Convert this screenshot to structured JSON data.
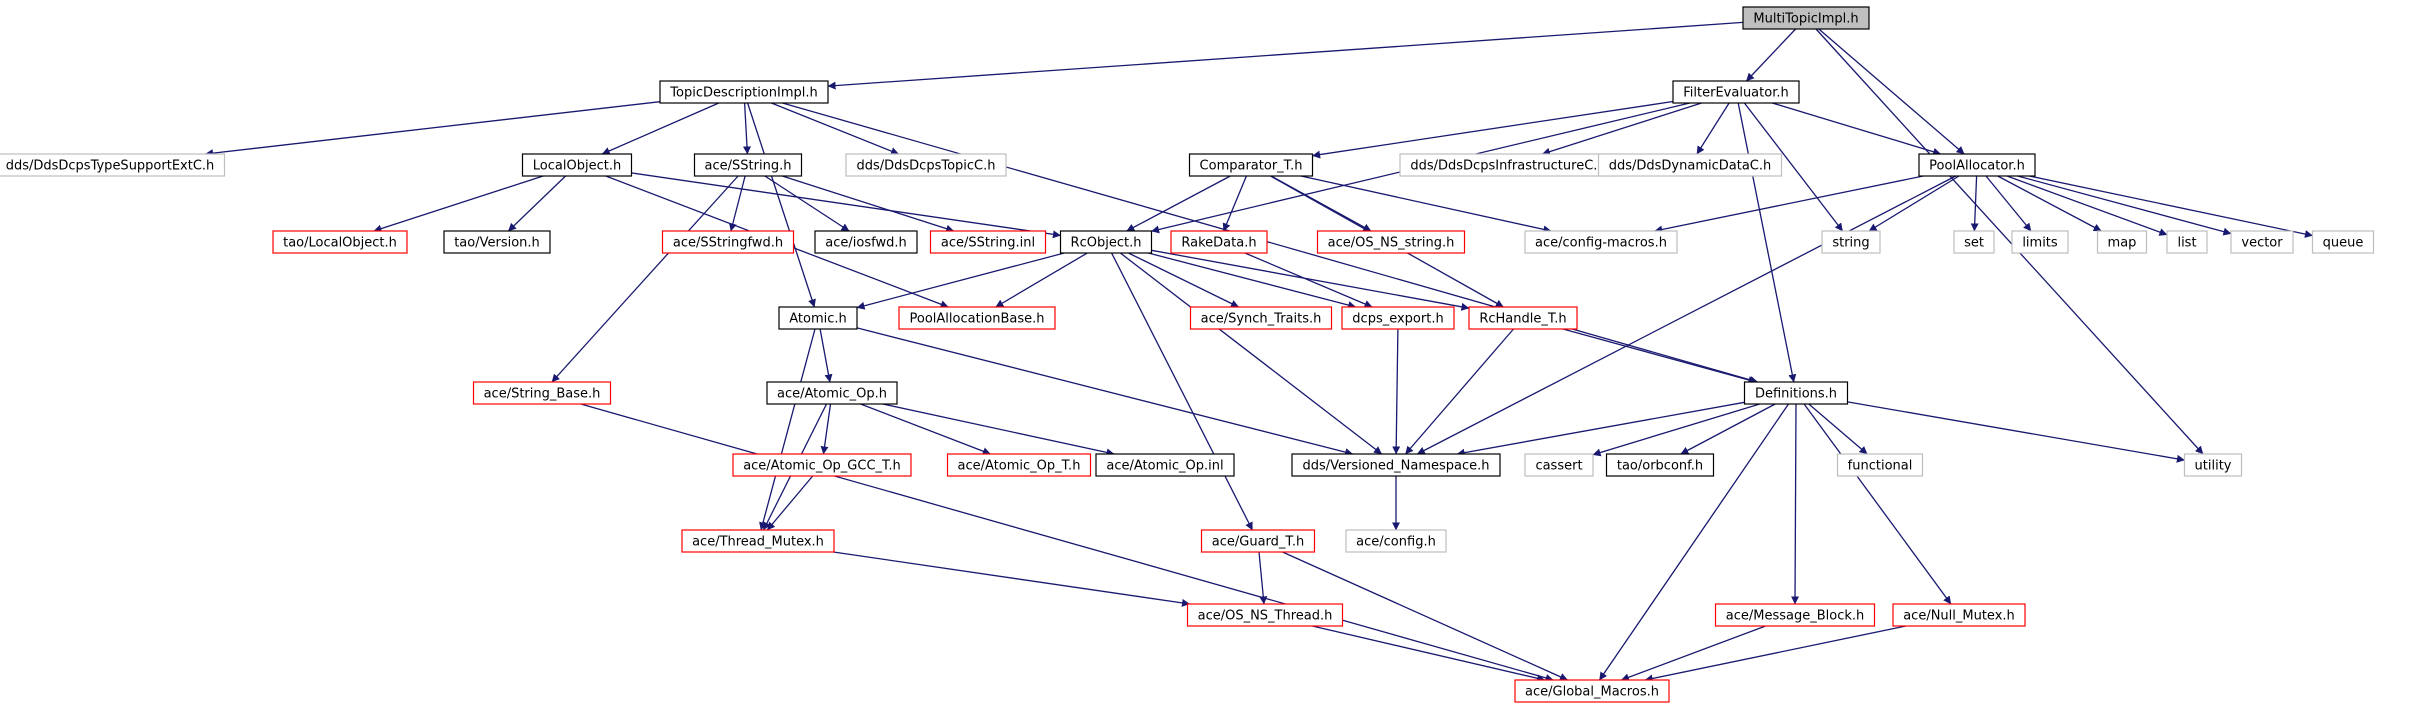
{
  "colors": {
    "edge": "#191970",
    "border_black": "#000000",
    "border_red": "#ff0000",
    "border_gray": "#bfbfbf",
    "root_fill": "#bfbfbf",
    "fill": "#ffffff"
  },
  "nodes": [
    {
      "id": "multitopicimpl",
      "label": "MultiTopicImpl.h",
      "style": "root"
    },
    {
      "id": "topicdescriptionimpl",
      "label": "TopicDescriptionImpl.h",
      "style": "black"
    },
    {
      "id": "filterevaluator",
      "label": "FilterEvaluator.h",
      "style": "black"
    },
    {
      "id": "typesupportext",
      "label": "dds/DdsDcpsTypeSupportExtC.h",
      "style": "gray"
    },
    {
      "id": "localobject",
      "label": "LocalObject.h",
      "style": "black"
    },
    {
      "id": "acesstring",
      "label": "ace/SString.h",
      "style": "black"
    },
    {
      "id": "ddstopicc",
      "label": "dds/DdsDcpsTopicC.h",
      "style": "gray"
    },
    {
      "id": "comparator",
      "label": "Comparator_T.h",
      "style": "black"
    },
    {
      "id": "infrastructurec",
      "label": "dds/DdsDcpsInfrastructureC.h",
      "style": "gray"
    },
    {
      "id": "dynamicdatac",
      "label": "dds/DdsDynamicDataC.h",
      "style": "gray"
    },
    {
      "id": "poolallocator",
      "label": "PoolAllocator.h",
      "style": "black"
    },
    {
      "id": "taolocalobject",
      "label": "tao/LocalObject.h",
      "style": "red"
    },
    {
      "id": "taoversion",
      "label": "tao/Version.h",
      "style": "black"
    },
    {
      "id": "sstringfwd",
      "label": "ace/SStringfwd.h",
      "style": "red"
    },
    {
      "id": "iosfwd",
      "label": "ace/iosfwd.h",
      "style": "black"
    },
    {
      "id": "sstringinl",
      "label": "ace/SString.inl",
      "style": "red"
    },
    {
      "id": "rcobject",
      "label": "RcObject.h",
      "style": "black"
    },
    {
      "id": "rakedata",
      "label": "RakeData.h",
      "style": "red"
    },
    {
      "id": "osnsstring",
      "label": "ace/OS_NS_string.h",
      "style": "red"
    },
    {
      "id": "configmacros",
      "label": "ace/config-macros.h",
      "style": "gray"
    },
    {
      "id": "string",
      "label": "string",
      "style": "gray"
    },
    {
      "id": "set",
      "label": "set",
      "style": "gray"
    },
    {
      "id": "limits",
      "label": "limits",
      "style": "gray"
    },
    {
      "id": "map",
      "label": "map",
      "style": "gray"
    },
    {
      "id": "list",
      "label": "list",
      "style": "gray"
    },
    {
      "id": "vector",
      "label": "vector",
      "style": "gray"
    },
    {
      "id": "queue",
      "label": "queue",
      "style": "gray"
    },
    {
      "id": "atomic",
      "label": "Atomic.h",
      "style": "black"
    },
    {
      "id": "poolallocationbase",
      "label": "PoolAllocationBase.h",
      "style": "red"
    },
    {
      "id": "synchtraits",
      "label": "ace/Synch_Traits.h",
      "style": "red"
    },
    {
      "id": "dcpsexport",
      "label": "dcps_export.h",
      "style": "red"
    },
    {
      "id": "rchandle",
      "label": "RcHandle_T.h",
      "style": "red"
    },
    {
      "id": "stringbase",
      "label": "ace/String_Base.h",
      "style": "red"
    },
    {
      "id": "atomicop",
      "label": "ace/Atomic_Op.h",
      "style": "black"
    },
    {
      "id": "definitions",
      "label": "Definitions.h",
      "style": "black"
    },
    {
      "id": "atomicopgcc",
      "label": "ace/Atomic_Op_GCC_T.h",
      "style": "red"
    },
    {
      "id": "atomicopt",
      "label": "ace/Atomic_Op_T.h",
      "style": "red"
    },
    {
      "id": "atomicopinl",
      "label": "ace/Atomic_Op.inl",
      "style": "black"
    },
    {
      "id": "versionednamespace",
      "label": "dds/Versioned_Namespace.h",
      "style": "black"
    },
    {
      "id": "cassert",
      "label": "cassert",
      "style": "gray"
    },
    {
      "id": "orbconf",
      "label": "tao/orbconf.h",
      "style": "black"
    },
    {
      "id": "functional",
      "label": "functional",
      "style": "gray"
    },
    {
      "id": "utility",
      "label": "utility",
      "style": "gray"
    },
    {
      "id": "threadmutex",
      "label": "ace/Thread_Mutex.h",
      "style": "red"
    },
    {
      "id": "guard",
      "label": "ace/Guard_T.h",
      "style": "red"
    },
    {
      "id": "aceconfig",
      "label": "ace/config.h",
      "style": "gray"
    },
    {
      "id": "osnsthread",
      "label": "ace/OS_NS_Thread.h",
      "style": "red"
    },
    {
      "id": "messageblock",
      "label": "ace/Message_Block.h",
      "style": "red"
    },
    {
      "id": "nullmutex",
      "label": "ace/Null_Mutex.h",
      "style": "red"
    },
    {
      "id": "globalmacros",
      "label": "ace/Global_Macros.h",
      "style": "red"
    }
  ],
  "edges": [
    [
      "multitopicimpl",
      "topicdescriptionimpl"
    ],
    [
      "multitopicimpl",
      "filterevaluator"
    ],
    [
      "multitopicimpl",
      "poolallocator"
    ],
    [
      "multitopicimpl",
      "utility"
    ],
    [
      "topicdescriptionimpl",
      "typesupportext"
    ],
    [
      "topicdescriptionimpl",
      "localobject"
    ],
    [
      "topicdescriptionimpl",
      "acesstring"
    ],
    [
      "topicdescriptionimpl",
      "ddstopicc"
    ],
    [
      "topicdescriptionimpl",
      "atomic"
    ],
    [
      "topicdescriptionimpl",
      "definitions"
    ],
    [
      "localobject",
      "taolocalobject"
    ],
    [
      "localobject",
      "taoversion"
    ],
    [
      "localobject",
      "rcobject"
    ],
    [
      "localobject",
      "poolallocationbase"
    ],
    [
      "acesstring",
      "sstringfwd"
    ],
    [
      "acesstring",
      "iosfwd"
    ],
    [
      "acesstring",
      "sstringinl"
    ],
    [
      "acesstring",
      "stringbase"
    ],
    [
      "filterevaluator",
      "comparator"
    ],
    [
      "filterevaluator",
      "infrastructurec"
    ],
    [
      "filterevaluator",
      "dynamicdatac"
    ],
    [
      "filterevaluator",
      "poolallocator"
    ],
    [
      "filterevaluator",
      "rcobject"
    ],
    [
      "filterevaluator",
      "string"
    ],
    [
      "filterevaluator",
      "definitions"
    ],
    [
      "comparator",
      "rcobject"
    ],
    [
      "comparator",
      "rakedata"
    ],
    [
      "comparator",
      "osnsstring"
    ],
    [
      "comparator",
      "configmacros"
    ],
    [
      "comparator",
      "rchandle"
    ],
    [
      "rakedata",
      "dcpsexport"
    ],
    [
      "poolallocator",
      "configmacros"
    ],
    [
      "poolallocator",
      "string"
    ],
    [
      "poolallocator",
      "set"
    ],
    [
      "poolallocator",
      "limits"
    ],
    [
      "poolallocator",
      "map"
    ],
    [
      "poolallocator",
      "list"
    ],
    [
      "poolallocator",
      "vector"
    ],
    [
      "poolallocator",
      "queue"
    ],
    [
      "poolallocator",
      "versionednamespace"
    ],
    [
      "rcobject",
      "atomic"
    ],
    [
      "rcobject",
      "poolallocationbase"
    ],
    [
      "rcobject",
      "synchtraits"
    ],
    [
      "rcobject",
      "dcpsexport"
    ],
    [
      "rcobject",
      "rchandle"
    ],
    [
      "rcobject",
      "versionednamespace"
    ],
    [
      "rcobject",
      "guard"
    ],
    [
      "atomic",
      "atomicop"
    ],
    [
      "atomic",
      "threadmutex"
    ],
    [
      "atomic",
      "versionednamespace"
    ],
    [
      "atomicop",
      "atomicopgcc"
    ],
    [
      "atomicop",
      "atomicopt"
    ],
    [
      "atomicop",
      "atomicopinl"
    ],
    [
      "atomicop",
      "threadmutex"
    ],
    [
      "atomicopgcc",
      "threadmutex"
    ],
    [
      "threadmutex",
      "osnsthread"
    ],
    [
      "stringbase",
      "globalmacros"
    ],
    [
      "dcpsexport",
      "versionednamespace"
    ],
    [
      "rchandle",
      "versionednamespace"
    ],
    [
      "rchandle",
      "definitions"
    ],
    [
      "versionednamespace",
      "aceconfig"
    ],
    [
      "definitions",
      "versionednamespace"
    ],
    [
      "definitions",
      "cassert"
    ],
    [
      "definitions",
      "orbconf"
    ],
    [
      "definitions",
      "functional"
    ],
    [
      "definitions",
      "utility"
    ],
    [
      "definitions",
      "messageblock"
    ],
    [
      "definitions",
      "nullmutex"
    ],
    [
      "definitions",
      "globalmacros"
    ],
    [
      "guard",
      "osnsthread"
    ],
    [
      "guard",
      "globalmacros"
    ],
    [
      "osnsthread",
      "globalmacros"
    ],
    [
      "messageblock",
      "globalmacros"
    ],
    [
      "nullmutex",
      "globalmacros"
    ]
  ]
}
